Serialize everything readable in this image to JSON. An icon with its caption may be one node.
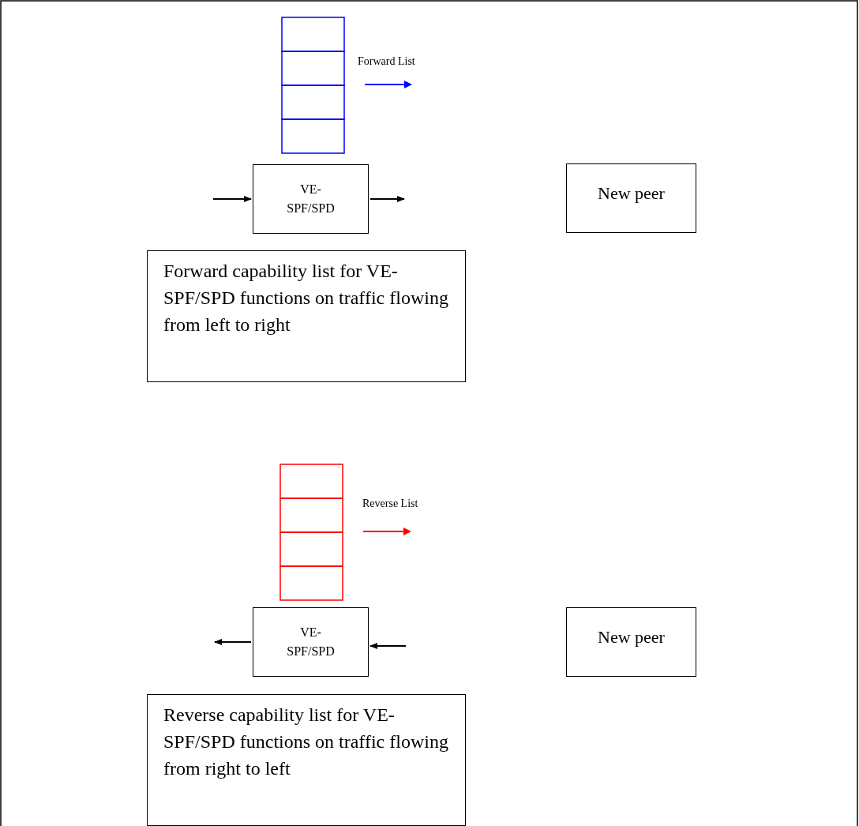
{
  "diagram": {
    "nodes": [
      {
        "text": [
          "VE- SPF/SPD"
        ]
      },
      {
        "text": [
          "New peer"
        ]
      },
      {
        "text": [
          "Forward capability list for VE-SPF/SPD functions on traffic flowing from left to right"
        ]
      },
      {
        "text": [
          "VE- SPF/SPD"
        ]
      },
      {
        "text": [
          "New peer"
        ]
      },
      {
        "text": [
          "Reverse capability list for VE-SPF/SPD functions on traffic flowing from right to left"
        ]
      }
    ],
    "edges": [
      {
        "from": null,
        "to": 0,
        "arrow": "to"
      },
      {
        "from": 0,
        "to": null,
        "arrow": "to"
      },
      {
        "from": 3,
        "to": null,
        "arrow": "to"
      },
      {
        "from": null,
        "to": 3,
        "arrow": "to"
      }
    ],
    "labels": [
      "Forward List",
      "Reverse List"
    ]
  }
}
